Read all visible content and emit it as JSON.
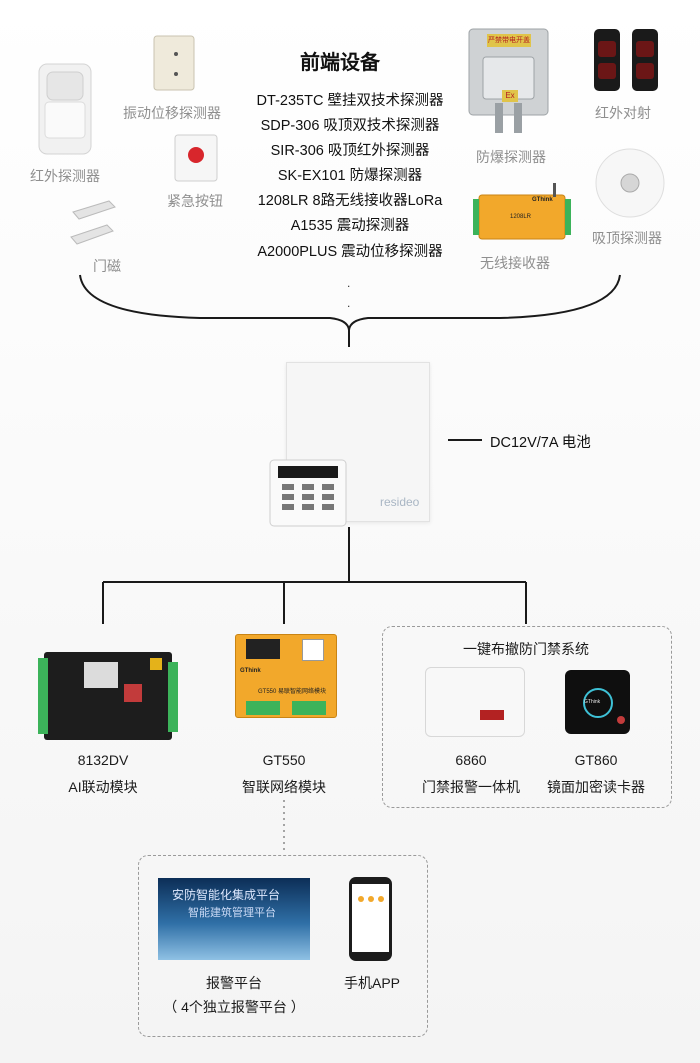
{
  "header": {
    "title": "前端设备",
    "features": [
      "DT-235TC 壁挂双技术探测器",
      "SDP-306 吸顶双技术探测器",
      "SIR-306 吸顶红外探测器",
      "SK-EX101 防爆探测器",
      "1208LR 8路无线接收器LoRa",
      "A1535 震动探测器",
      "A2000PLUS 震动位移探测器"
    ]
  },
  "devices": {
    "pir": "红外探测器",
    "vibration": "振动位移探测器",
    "panic": "紧急按钮",
    "door": "门磁",
    "explosion": "防爆探测器",
    "beam": "红外对射",
    "ceiling": "吸顶探测器",
    "wireless": "无线接收器"
  },
  "device_text": {
    "explosion_plate": "严禁带电开盖",
    "explosion_ex": "Ex",
    "wireless_brand": "GThink",
    "wireless_model": "1208LR",
    "gt550_brand": "GThink",
    "gt550_plate": "GT550 易联智能网络模块",
    "gt860_brand": "GThink",
    "resideo": "resideo"
  },
  "panel": {
    "battery": "DC12V/7A 电池"
  },
  "modules": [
    {
      "model": "8132DV",
      "desc": "AI联动模块"
    },
    {
      "model": "GT550",
      "desc": "智联网络模块"
    }
  ],
  "access": {
    "title": "一键布撤防门禁系统",
    "items": [
      {
        "model": "6860",
        "desc": "门禁报警一体机"
      },
      {
        "model": "GT860",
        "desc": "镜面加密读卡器"
      }
    ]
  },
  "platform": {
    "banner1": "安防智能化集成平台",
    "banner2": "智能建筑管理平台",
    "alarm_label": "报警平台",
    "alarm_sub": "（ 4个独立报警平台 ）",
    "app_label": "手机APP"
  }
}
